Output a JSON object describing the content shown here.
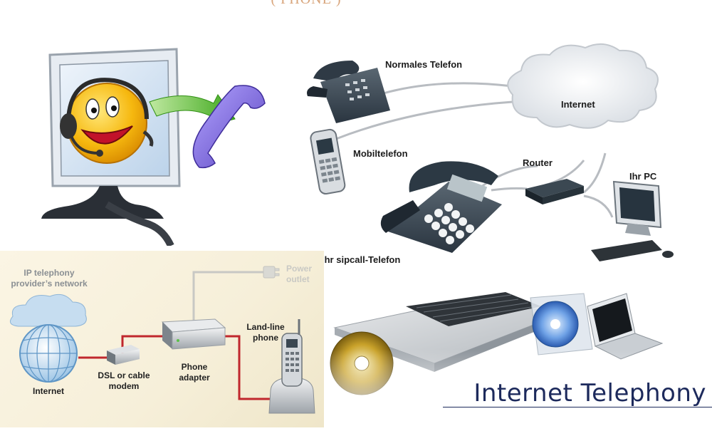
{
  "top_caption": "( PHONE )",
  "sip_diagram": {
    "normal_phone": "Normales Telefon",
    "internet": "Internet",
    "mobile_phone": "Mobiltelefon",
    "router": "Router",
    "your_pc": "Ihr PC",
    "sip_phone": "Ihr sipcall-Telefon"
  },
  "adapter_diagram": {
    "provider_network": [
      "IP telephony",
      "provider’s network"
    ],
    "internet": "Internet",
    "modem": [
      "DSL or cable",
      "modem"
    ],
    "adapter": [
      "Phone",
      "adapter"
    ],
    "landline": [
      "Land-line",
      "phone"
    ],
    "power": [
      "Power",
      "outlet"
    ]
  },
  "footer_title": "Internet Telephony",
  "colors": {
    "cable_red": "#c0272d",
    "footer_text": "#1d2a5c",
    "smiley_yellow": "#f6b80f",
    "arrow_green": "#5cbf2a",
    "handset_purple": "#7b66d4"
  }
}
